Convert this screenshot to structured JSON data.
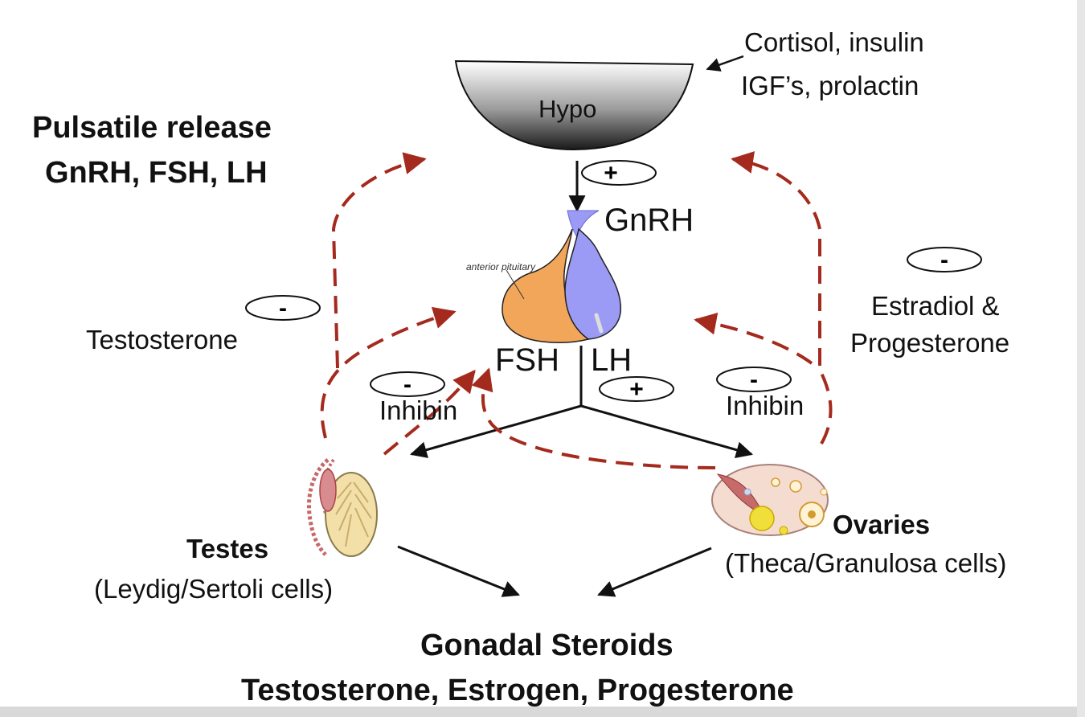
{
  "diagram": {
    "hypothalamus_label": "Hypo",
    "modulators": [
      "Cortisol, insulin",
      "IGF’s, prolactin"
    ],
    "pulsatile_title": [
      "Pulsatile release",
      "GnRH, FSH, LH"
    ],
    "gnrh_label": "GnRH",
    "pituitary_small_label": "anterior pituitary",
    "fsh_label": "FSH",
    "lh_label": "LH",
    "testosterone_label": "Testosterone",
    "estradiol_label": [
      "Estradiol &",
      "Progesterone"
    ],
    "inhibin_left": "Inhibin",
    "inhibin_right": "Inhibin",
    "testes_label": "Testes",
    "testes_cells": "(Leydig/Sertoli cells)",
    "ovaries_label": "Ovaries",
    "ovaries_cells": "(Theca/Granulosa cells)",
    "steroids_title": "Gonadal Steroids",
    "steroids_list": "Testosterone, Estrogen, Progesterone",
    "signs": {
      "gnrh_sign": "+",
      "lh_sign": "+",
      "testosterone_sign": "-",
      "estradiol_sign": "-",
      "inhibin_left_sign": "-",
      "inhibin_right_sign": "-"
    },
    "colors": {
      "feedback_arrow": "#a52a1e",
      "pituitary_anterior": "#f2a65a",
      "pituitary_posterior": "#9b9bf5",
      "black": "#111111"
    }
  }
}
